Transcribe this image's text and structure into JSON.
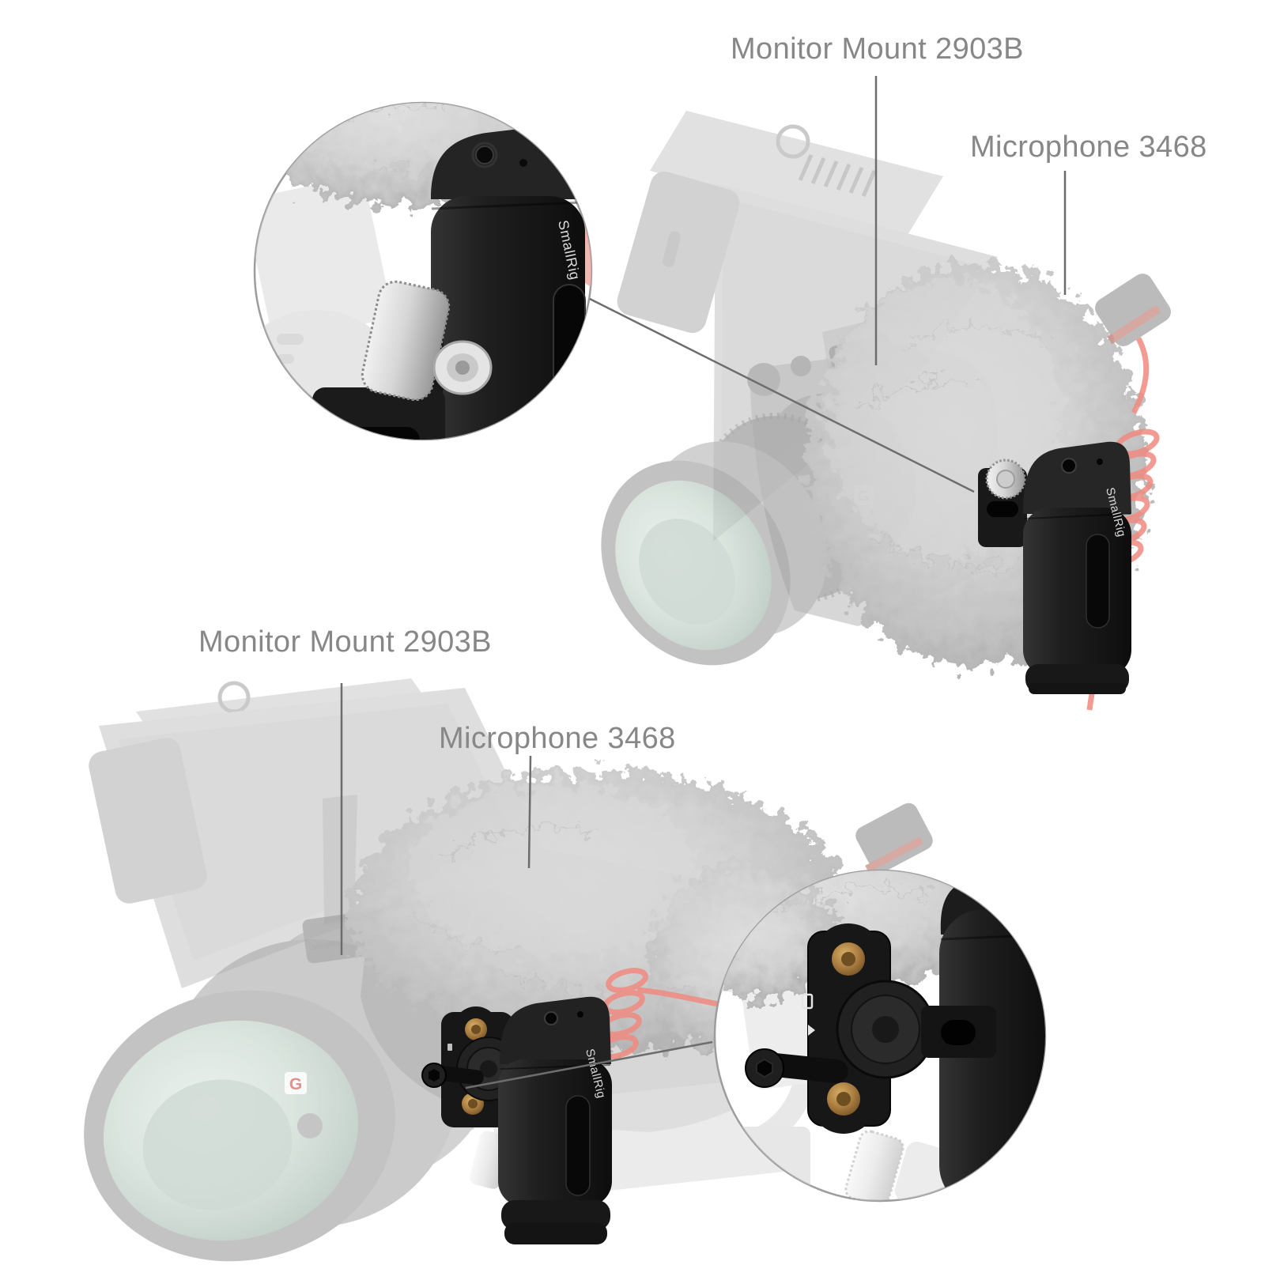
{
  "labels": {
    "monitor_mount_top": "Monitor Mount 2903B",
    "microphone_top": "Microphone 3468",
    "monitor_mount_bottom": "Monitor Mount 2903B",
    "microphone_bottom": "Microphone 3468"
  },
  "branding": {
    "handle_logo": "SmallRig",
    "mount_logo": "SmallRig",
    "lens_badge": "G"
  },
  "colors": {
    "background": "#ffffff",
    "label-text": "#878787",
    "leader-line": "#6d6d6d",
    "callout-ring": "#9c9c9c",
    "handle-black": "#161616",
    "silver": "#cfcfcf",
    "brass": "#b08a47",
    "cable-red": "#ef8a80",
    "fur-gray": "#cccccc",
    "ghost-gray": "#c0c0c0",
    "lens-glass": "#c3d4c9",
    "badge-red": "#cc4840"
  }
}
